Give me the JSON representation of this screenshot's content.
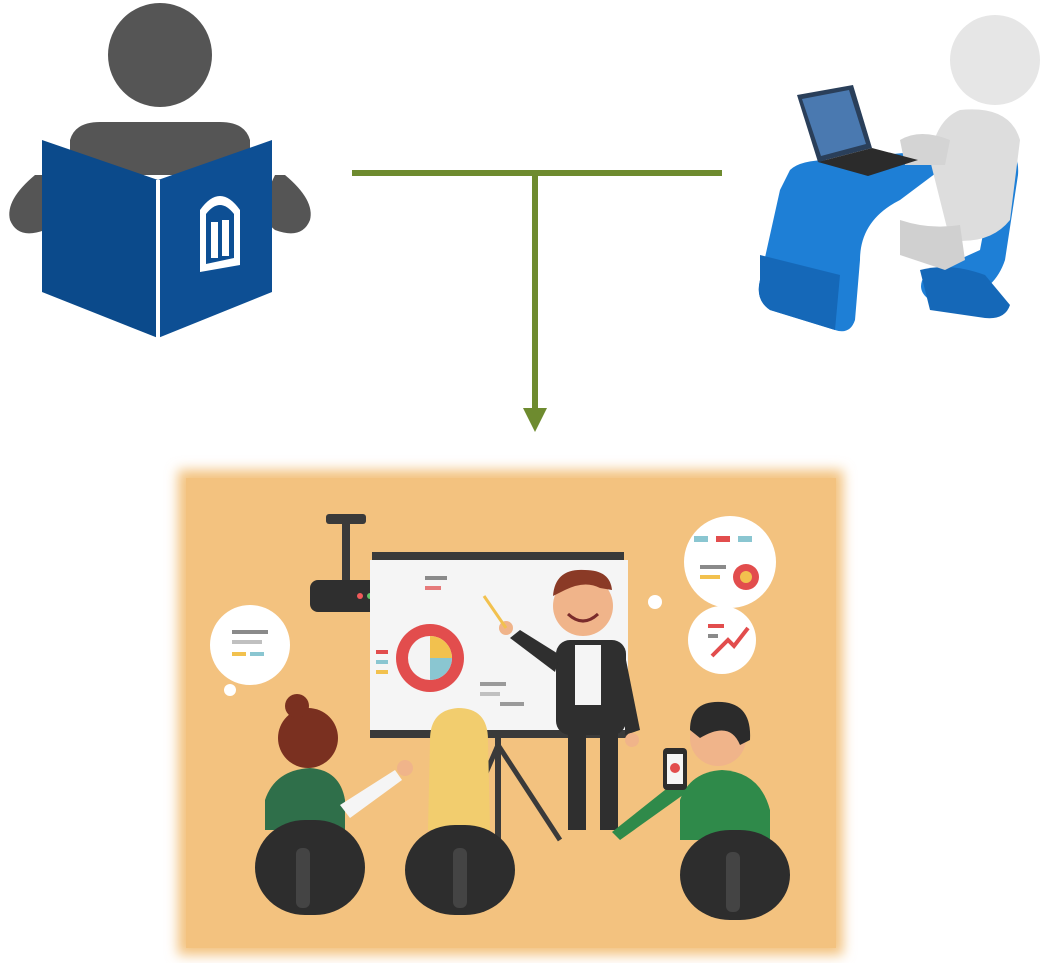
{
  "diagram": {
    "nodes": [
      {
        "id": "reading-person",
        "icon": "person-reading-book-icon",
        "book_color": "#0b4a8b",
        "figure_color": "#555555"
      },
      {
        "id": "computer-user",
        "icon": "person-using-laptop-icon",
        "desk_color": "#1e7fd6",
        "figure_color": "#e6e6e6"
      },
      {
        "id": "classroom-presentation",
        "icon": "classroom-presentation-illustration",
        "background_color": "#f3c27f"
      }
    ],
    "connector": {
      "type": "t-junction-arrow",
      "color": "#6e8b2f",
      "from": [
        "reading-person",
        "computer-user"
      ],
      "to": "classroom-presentation"
    }
  }
}
